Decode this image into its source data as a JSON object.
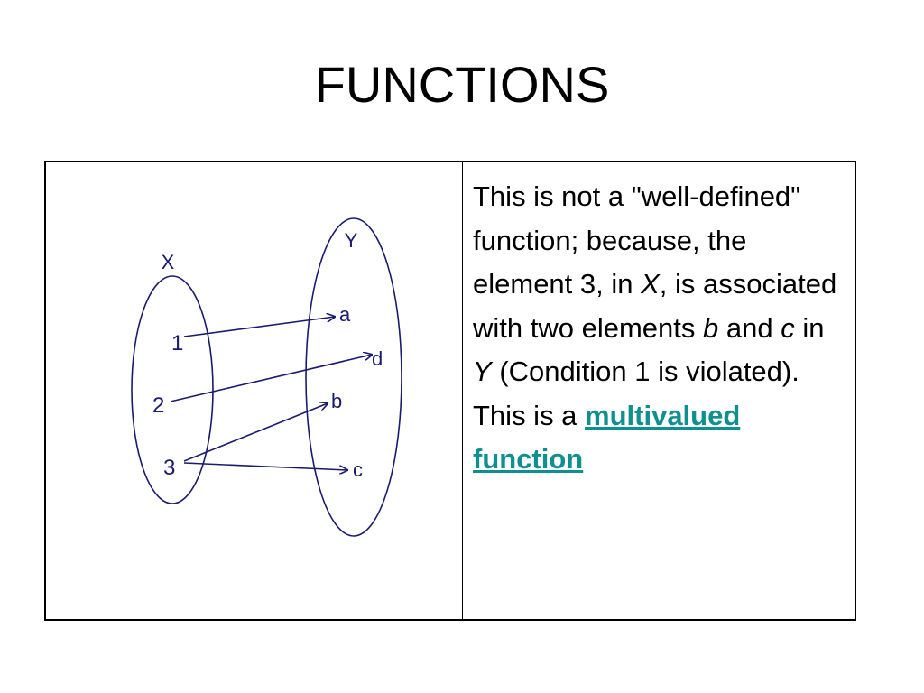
{
  "slide": {
    "title": "FUNCTIONS"
  },
  "diagram": {
    "domain_label": "X",
    "codomain_label": "Y",
    "domain_elements": [
      "1",
      "2",
      "3"
    ],
    "codomain_elements": [
      "a",
      "d",
      "b",
      "c"
    ],
    "mappings": [
      {
        "from": "1",
        "to": "a"
      },
      {
        "from": "2",
        "to": "d"
      },
      {
        "from": "3",
        "to": "b"
      },
      {
        "from": "3",
        "to": "c"
      }
    ],
    "line_color": "#1a1a6e"
  },
  "explanation": {
    "t1": "This is not a \"well-defined\" function; because, the element 3, in ",
    "x": "X",
    "t2": ", is associated with two elements ",
    "b": "b",
    "t3": " and ",
    "c": "c",
    "t4": " in ",
    "y": "Y",
    "t5": " (Condition 1 is violated). This is a ",
    "link": "multivalued function",
    "link_color": "#0f8f8f"
  }
}
